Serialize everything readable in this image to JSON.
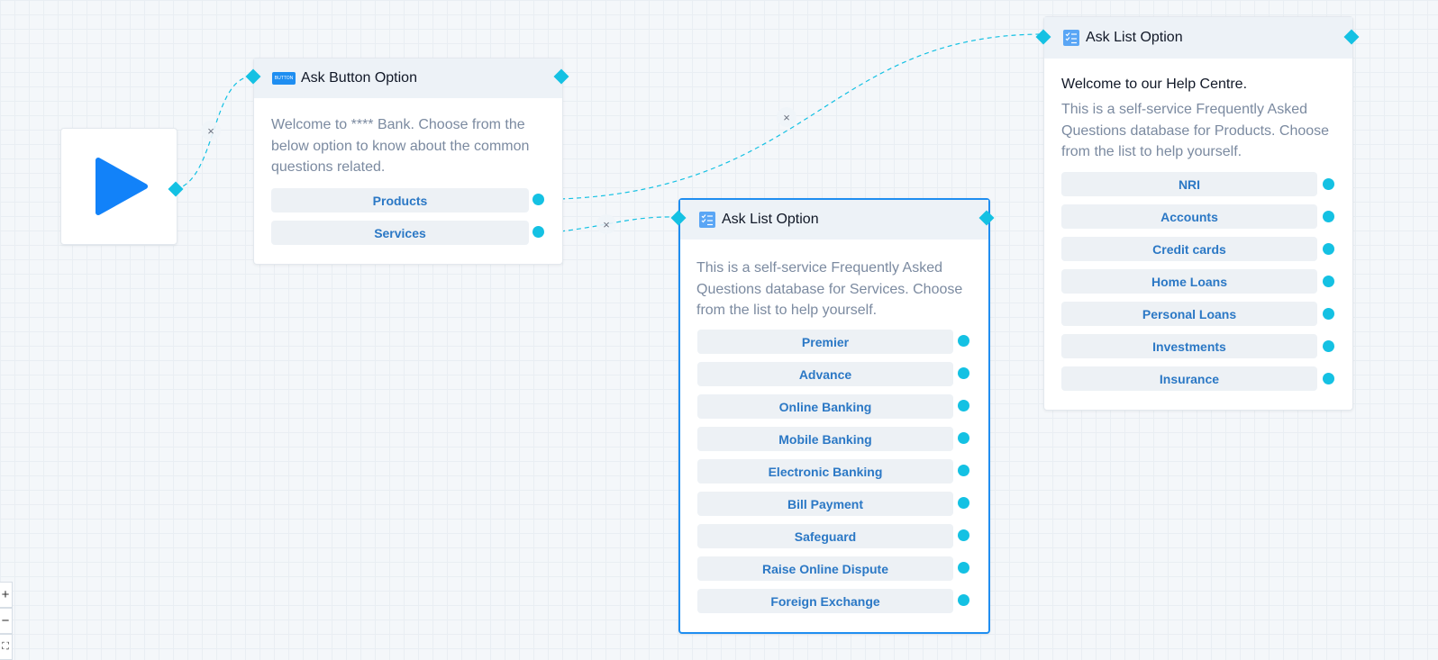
{
  "colors": {
    "accent": "#14c1e3",
    "option_text": "#2b78c5",
    "play": "#1282f9",
    "selected_border": "#1f8ef1"
  },
  "icons": {
    "play": "play-icon",
    "button_node": "button-badge-icon",
    "list_node": "checklist-icon",
    "delete_edge": "close-icon"
  },
  "button_node": {
    "badge_text": "BUTTON",
    "title": "Ask Button Option",
    "message": "Welcome to **** Bank. Choose from the below option to know about the common questions related.",
    "options": [
      "Products",
      "Services"
    ]
  },
  "services_node": {
    "title": "Ask List Option",
    "message": "This is a self-service Frequently Asked Questions database for Services. Choose from the list to help yourself.",
    "options": [
      "Premier",
      "Advance",
      "Online Banking",
      "Mobile Banking",
      "Electronic Banking",
      "Bill Payment",
      "Safeguard",
      "Raise Online Dispute",
      "Foreign Exchange"
    ]
  },
  "products_node": {
    "title": "Ask List Option",
    "heading": "Welcome to our Help Centre.",
    "message": "This is a self-service Frequently Asked Questions database for Products. Choose from the list to help yourself.",
    "options": [
      "NRI",
      "Accounts",
      "Credit cards",
      "Home Loans",
      "Personal Loans",
      "Investments",
      "Insurance"
    ]
  },
  "edge_delete_label": "×",
  "zoom_controls": {
    "zoom_in": "+",
    "zoom_out": "−",
    "fit": "⛶"
  }
}
